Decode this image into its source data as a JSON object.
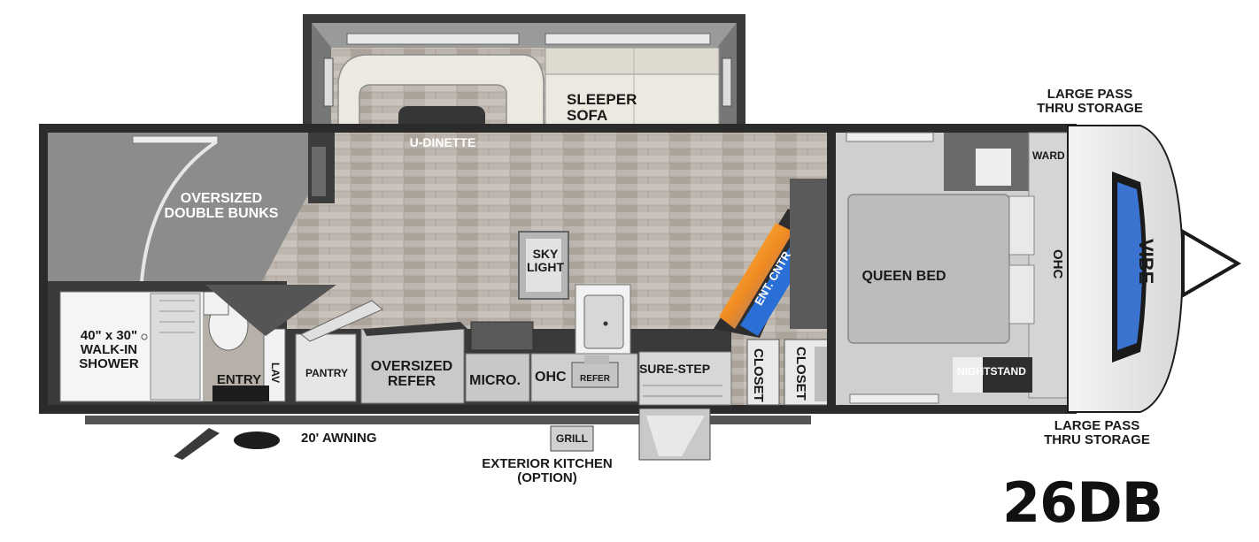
{
  "model": "26DB",
  "labels": {
    "sleeper_sofa": [
      "SLEEPER",
      "SOFA"
    ],
    "u_dinette": "U-DINETTE",
    "oversized_double_bunks": [
      "OVERSIZED",
      "DOUBLE BUNKS"
    ],
    "sky_light": [
      "SKY",
      "LIGHT"
    ],
    "ent_cntr": "ENT. CNTR",
    "queen_bed": "QUEEN BED",
    "ohc_bedroom": "OHC",
    "ward": "WARD",
    "nightstand": "NIGHTSTAND",
    "closet_1": "CLOSET",
    "closet_2": "CLOSET",
    "sure_step": "SURE-STEP",
    "refer_small": "REFER",
    "ohc_kitchen": "OHC",
    "micro": "MICRO.",
    "oversized_refer": [
      "OVERSIZED",
      "REFER"
    ],
    "pantry": "PANTRY",
    "lav": "LAV",
    "entry": "ENTRY",
    "shower": [
      "40\" x 30\"",
      "WALK-IN",
      "SHOWER"
    ],
    "awning": "20' AWNING",
    "grill": "GRILL",
    "exterior_kitchen": [
      "EXTERIOR KITCHEN",
      "(OPTION)"
    ],
    "storage_top": [
      "LARGE PASS",
      "THRU STORAGE"
    ],
    "storage_bottom": [
      "LARGE PASS",
      "THRU STORAGE"
    ],
    "brand_badge": "VIBE"
  },
  "colors": {
    "wall": "#2b2b2b",
    "floor_wood": "#b9b2ab",
    "carpet": "#8a8a8a",
    "cushion": "#ece9e0",
    "accent_blue": "#2a6fd6",
    "fireplace": "#f0a030"
  }
}
